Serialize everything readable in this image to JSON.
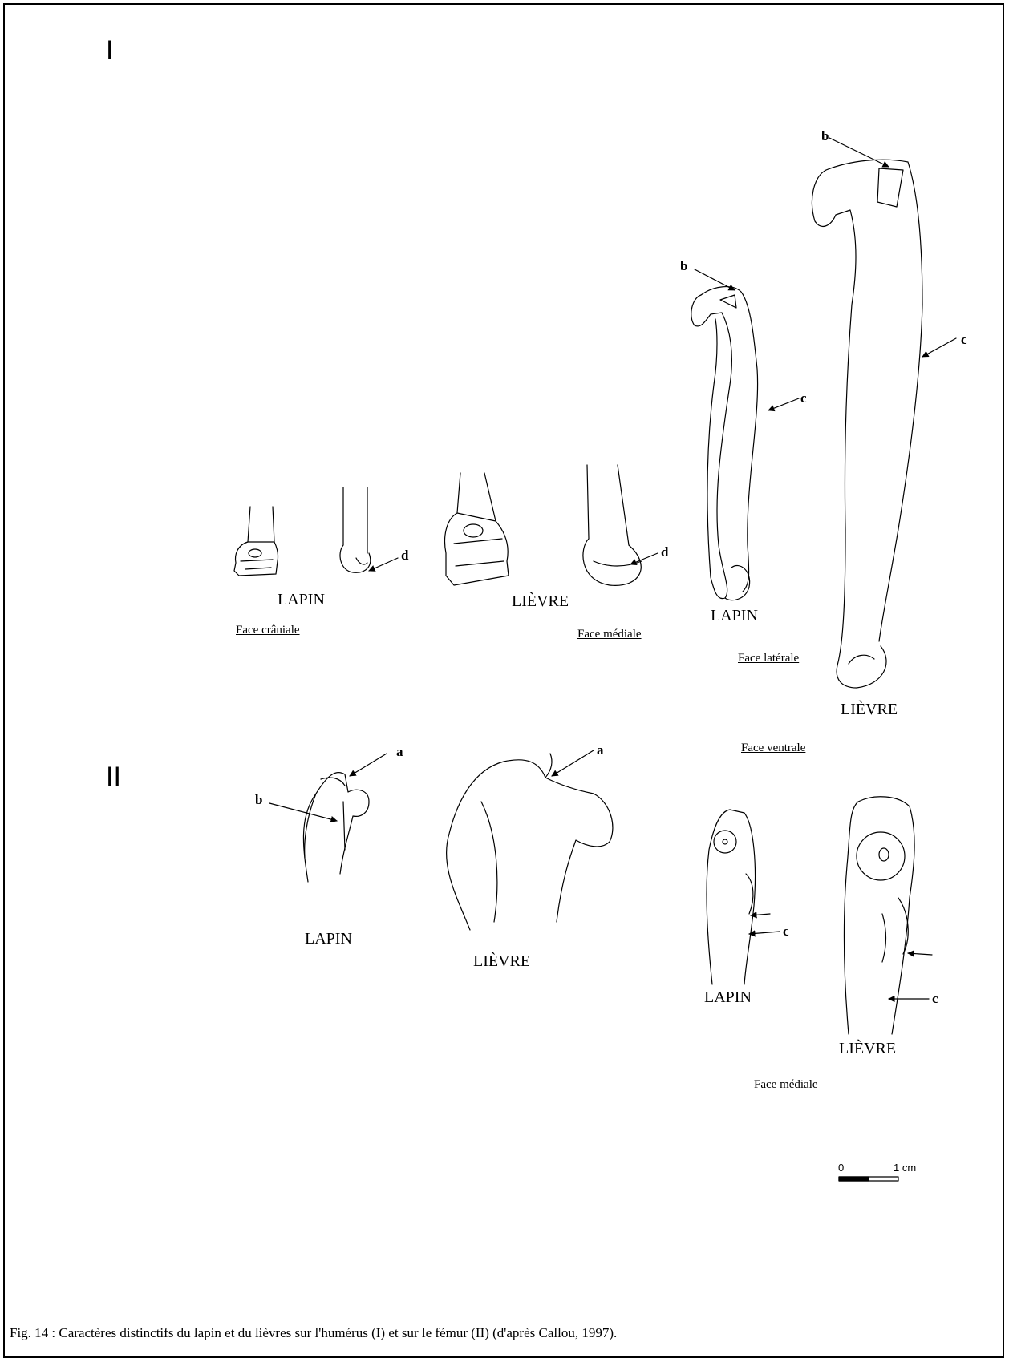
{
  "section_labels": {
    "humerus": "I",
    "femur": "II"
  },
  "humerus": {
    "labels": {
      "lapin_distal": "LAPIN",
      "lievre_distal": "LIÈVRE",
      "lapin_lateral": "LAPIN",
      "lievre_ventral": "LIÈVRE"
    },
    "faces": {
      "craniale": "Face crâniale",
      "mediale": "Face médiale",
      "laterale": "Face latérale",
      "ventrale": "Face ventrale"
    },
    "markers": {
      "b": "b",
      "c": "c",
      "d": "d"
    }
  },
  "femur": {
    "labels": {
      "lapin_proximal": "LAPIN",
      "lievre_proximal": "LIÈVRE",
      "lapin_medial": "LAPIN",
      "lievre_medial": "LIÈVRE"
    },
    "faces": {
      "mediale": "Face médiale"
    },
    "markers": {
      "a": "a",
      "b": "b",
      "c": "c"
    }
  },
  "scale_bar": {
    "zero": "0",
    "one": "1 cm"
  },
  "caption": "Fig. 14 : Caractères distinctifs du lapin et du lièvres sur l'humérus (I) et sur le fémur (II) (d'après Callou, 1997)."
}
